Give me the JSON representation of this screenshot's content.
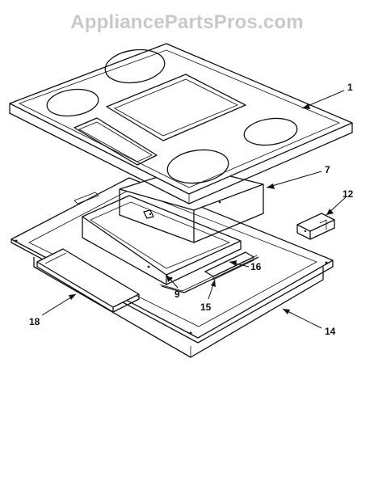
{
  "watermark": "AppliancePartsPros.com",
  "callouts": {
    "c1": "1",
    "c7": "7",
    "c12": "12",
    "c16": "16",
    "c9": "9",
    "c15": "15",
    "c18": "18",
    "c14": "14"
  }
}
